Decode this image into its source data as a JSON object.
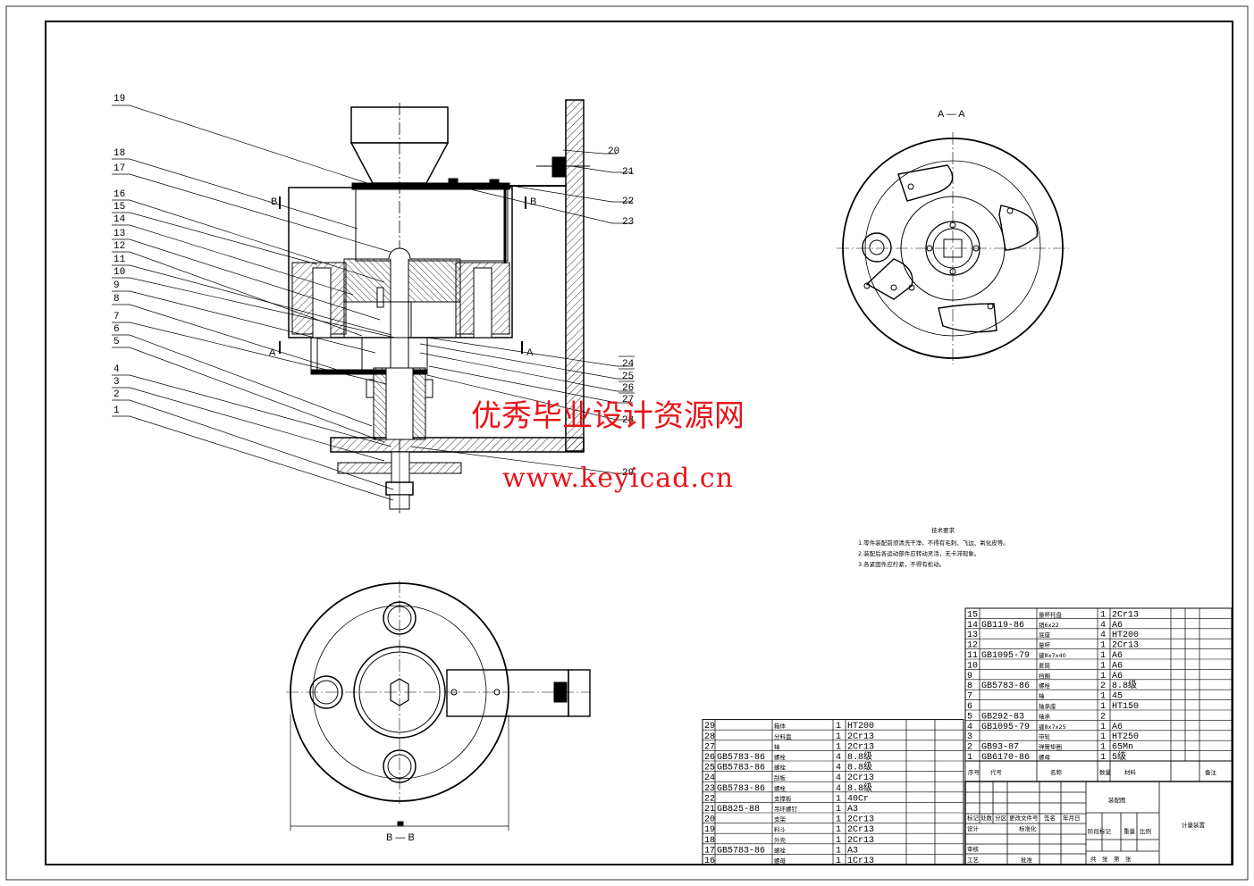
{
  "watermark": {
    "site_name": "优秀毕业设计资源网",
    "url": "www.keyicad.cn",
    "color": "#e8141a"
  },
  "views": {
    "section_aa": "A — A",
    "section_bb": "B — B",
    "cut_a": "A",
    "cut_b": "B"
  },
  "callouts_left": [
    "19",
    "18",
    "17",
    "16",
    "15",
    "14",
    "13",
    "12",
    "11",
    "10",
    "9",
    "8",
    "7",
    "6",
    "5",
    "4",
    "3",
    "2",
    "1"
  ],
  "callouts_right": [
    "20",
    "21",
    "22",
    "23",
    "24",
    "25",
    "26",
    "27",
    "28",
    "29"
  ],
  "technical_requirements": {
    "title": "技术要求",
    "items": [
      "1.零件装配前须清洗干净，不得有毛刺、飞边、氧化皮等。",
      "2.装配后各运动部件应转动灵活，无卡滞现象。",
      "3.各紧固件应拧紧，不得有松动。"
    ]
  },
  "parts_list_left": [
    {
      "no": "29",
      "code": "",
      "name": "箱体",
      "qty": "1",
      "material": "HT200"
    },
    {
      "no": "28",
      "code": "",
      "name": "分料盘",
      "qty": "1",
      "material": "2Cr13"
    },
    {
      "no": "27",
      "code": "",
      "name": "轴",
      "qty": "1",
      "material": "2Cr13"
    },
    {
      "no": "26",
      "code": "GB5783-86",
      "name": "螺栓",
      "qty": "4",
      "material": "8.8级"
    },
    {
      "no": "25",
      "code": "GB5783-86",
      "name": "螺栓",
      "qty": "4",
      "material": "8.8级"
    },
    {
      "no": "24",
      "code": "",
      "name": "刮板",
      "qty": "4",
      "material": "2Cr13"
    },
    {
      "no": "23",
      "code": "GB5783-86",
      "name": "螺栓",
      "qty": "4",
      "material": "8.8级"
    },
    {
      "no": "22",
      "code": "",
      "name": "支撑板",
      "qty": "1",
      "material": "40Cr"
    },
    {
      "no": "21",
      "code": "GB825-88",
      "name": "吊环螺钉",
      "qty": "1",
      "material": "A3"
    },
    {
      "no": "20",
      "code": "",
      "name": "支架",
      "qty": "1",
      "material": "2Cr13"
    },
    {
      "no": "19",
      "code": "",
      "name": "料斗",
      "qty": "1",
      "material": "2Cr13"
    },
    {
      "no": "18",
      "code": "",
      "name": "外壳",
      "qty": "1",
      "material": "2Cr13"
    },
    {
      "no": "17",
      "code": "GB5783-86",
      "name": "螺栓",
      "qty": "1",
      "material": "A3"
    },
    {
      "no": "16",
      "code": "",
      "name": "螺母",
      "qty": "1",
      "material": "1Cr13"
    }
  ],
  "parts_list_right": [
    {
      "no": "15",
      "code": "",
      "name": "量杯托盘",
      "qty": "1",
      "material": "2Cr13"
    },
    {
      "no": "14",
      "code": "GB119-86",
      "name": "销6x22",
      "qty": "4",
      "material": "A6"
    },
    {
      "no": "13",
      "code": "",
      "name": "底座",
      "qty": "4",
      "material": "HT200"
    },
    {
      "no": "12",
      "code": "",
      "name": "量杯",
      "qty": "1",
      "material": "2Cr13"
    },
    {
      "no": "11",
      "code": "GB1095-79",
      "name": "键8x7x40",
      "qty": "1",
      "material": "A6"
    },
    {
      "no": "10",
      "code": "",
      "name": "套筒",
      "qty": "1",
      "material": "A6"
    },
    {
      "no": "9",
      "code": "",
      "name": "挡圈",
      "qty": "1",
      "material": "A6"
    },
    {
      "no": "8",
      "code": "GB5783-86",
      "name": "螺栓",
      "qty": "2",
      "material": "8.8级"
    },
    {
      "no": "7",
      "code": "",
      "name": "轴",
      "qty": "1",
      "material": "45"
    },
    {
      "no": "6",
      "code": "",
      "name": "轴承座",
      "qty": "1",
      "material": "HT150"
    },
    {
      "no": "5",
      "code": "GB292-83",
      "name": "轴承",
      "qty": "2",
      "material": ""
    },
    {
      "no": "4",
      "code": "GB1095-79",
      "name": "键8x7x25",
      "qty": "1",
      "material": "A6"
    },
    {
      "no": "3",
      "code": "",
      "name": "带轮",
      "qty": "1",
      "material": "HT250"
    },
    {
      "no": "2",
      "code": "GB93-87",
      "name": "弹簧垫圈",
      "qty": "1",
      "material": "65Mn"
    },
    {
      "no": "1",
      "code": "GB6170-86",
      "name": "螺母",
      "qty": "1",
      "material": "5级"
    }
  ],
  "parts_header": {
    "no": "序号",
    "code": "代号",
    "name": "名称",
    "qty": "数量",
    "material": "材料",
    "note": "备注"
  },
  "title_block": {
    "drawing_name": "装配图",
    "product_name": "计量装置",
    "row_labels": [
      "标记",
      "处数",
      "分区",
      "更改文件号",
      "签名",
      "年月日"
    ],
    "designer_label": "设计",
    "standard_label": "标准化",
    "stage_label": "阶段标记",
    "weight_label": "重量",
    "scale_label": "比例",
    "check_label": "审核",
    "process_label": "工艺",
    "approve_label": "批准",
    "sheets": "共　张　第　张"
  }
}
